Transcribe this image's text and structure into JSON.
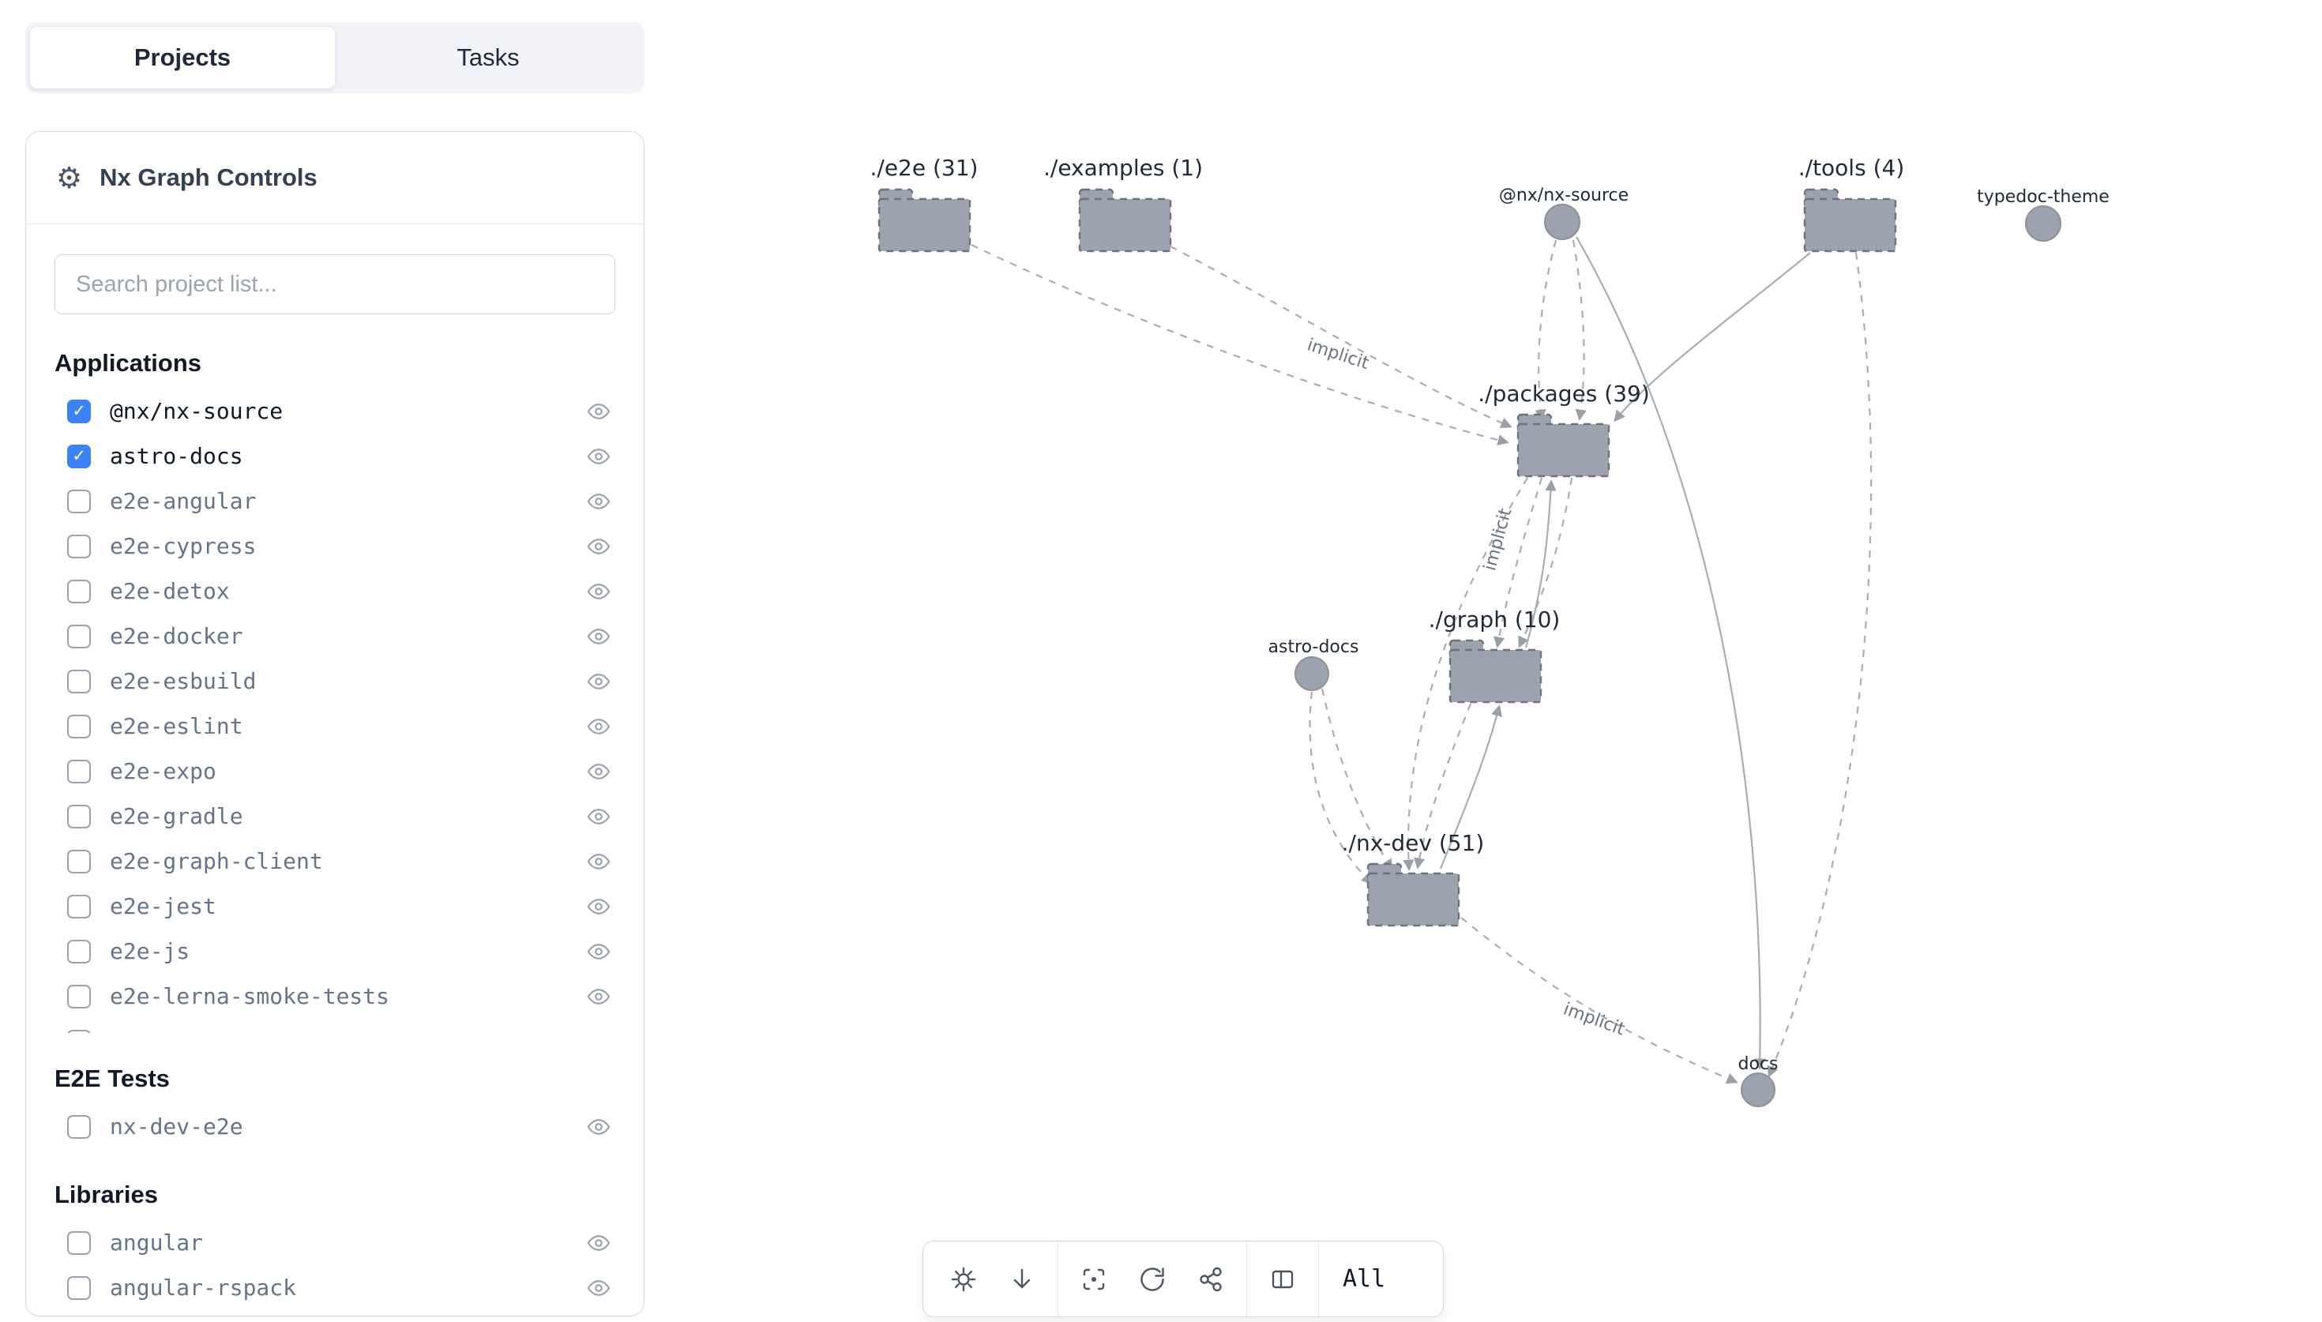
{
  "tabs": {
    "projects_label": "Projects",
    "tasks_label": "Tasks"
  },
  "controls": {
    "title": "Nx Graph Controls",
    "search_placeholder": "Search project list...",
    "sections": [
      {
        "heading": "Applications",
        "items": [
          {
            "label": "@nx/nx-source",
            "checked": true
          },
          {
            "label": "astro-docs",
            "checked": true
          },
          {
            "label": "e2e-angular",
            "checked": false
          },
          {
            "label": "e2e-cypress",
            "checked": false
          },
          {
            "label": "e2e-detox",
            "checked": false
          },
          {
            "label": "e2e-docker",
            "checked": false
          },
          {
            "label": "e2e-esbuild",
            "checked": false
          },
          {
            "label": "e2e-eslint",
            "checked": false
          },
          {
            "label": "e2e-expo",
            "checked": false
          },
          {
            "label": "e2e-gradle",
            "checked": false
          },
          {
            "label": "e2e-graph-client",
            "checked": false
          },
          {
            "label": "e2e-jest",
            "checked": false
          },
          {
            "label": "e2e-js",
            "checked": false
          },
          {
            "label": "e2e-lerna-smoke-tests",
            "checked": false
          }
        ]
      },
      {
        "heading": "E2E Tests",
        "items": [
          {
            "label": "nx-dev-e2e",
            "checked": false
          }
        ]
      },
      {
        "heading": "Libraries",
        "items": [
          {
            "label": "angular",
            "checked": false
          },
          {
            "label": "angular-rspack",
            "checked": false
          }
        ]
      }
    ]
  },
  "graph": {
    "nodes": {
      "e2e": "./e2e (31)",
      "examples": "./examples (1)",
      "tools": "./tools (4)",
      "packages": "./packages (39)",
      "graph_dir": "./graph (10)",
      "nx_dev": "./nx-dev (51)",
      "nx_source": "@nx/nx-source",
      "typedoc_theme": "typedoc-theme",
      "astro_docs": "astro-docs",
      "docs": "docs"
    },
    "edge_labels": {
      "a": "implicit",
      "b": "implicit",
      "c": "implicit"
    }
  },
  "toolbar": {
    "all_label": "All"
  },
  "colors": {
    "accent": "#3b82f6",
    "node_fill": "#9ca3af",
    "edge": "#a8adb5"
  }
}
